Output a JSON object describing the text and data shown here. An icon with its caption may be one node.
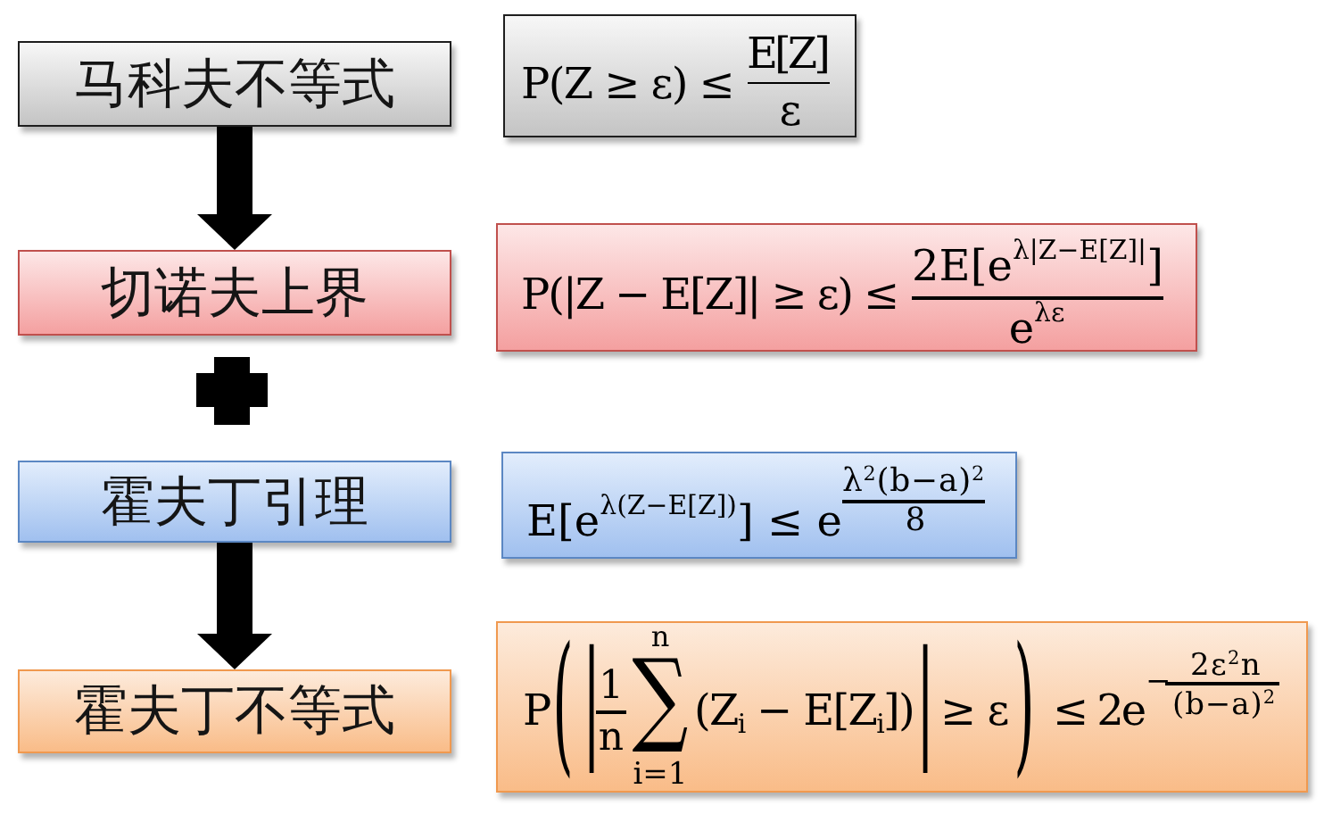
{
  "diagram": {
    "nodes": [
      {
        "text": [
          "马科夫不等式"
        ]
      },
      {
        "text": [
          "P(Z ≥ ε) ≤",
          "E[Z]",
          "ε"
        ]
      },
      {
        "text": [
          "切诺夫上界"
        ]
      },
      {
        "text": [
          "P(|Z − E[Z]| ≥ ε) ≤",
          "2E[e$^{λ|Z−E[Z]|}$]",
          "e$^{λε}$"
        ]
      },
      {
        "text": [
          "霍夫丁引理"
        ]
      },
      {
        "text": [
          "E[e$^{λ(Z−E[Z])}$] ≤ e",
          "λ$^{2}$(b−a)$^{2}$",
          "8"
        ]
      },
      {
        "text": [
          "霍夫丁不等式"
        ]
      },
      {
        "text": [
          "P",
          "(",
          "|",
          "1",
          "n",
          "n",
          "∑",
          "i=1",
          "(Z$_{i}$ − E[Z$_{i}$])",
          "|",
          "≥ ε",
          ")",
          "≤ 2e",
          "−",
          "2ε$^{2}$n",
          "(b−a)$^{2}$"
        ]
      }
    ],
    "edges": [
      {
        "from": 0,
        "to": 2,
        "arrow": "to"
      },
      {
        "from": 4,
        "to": 6,
        "arrow": "to"
      }
    ]
  }
}
